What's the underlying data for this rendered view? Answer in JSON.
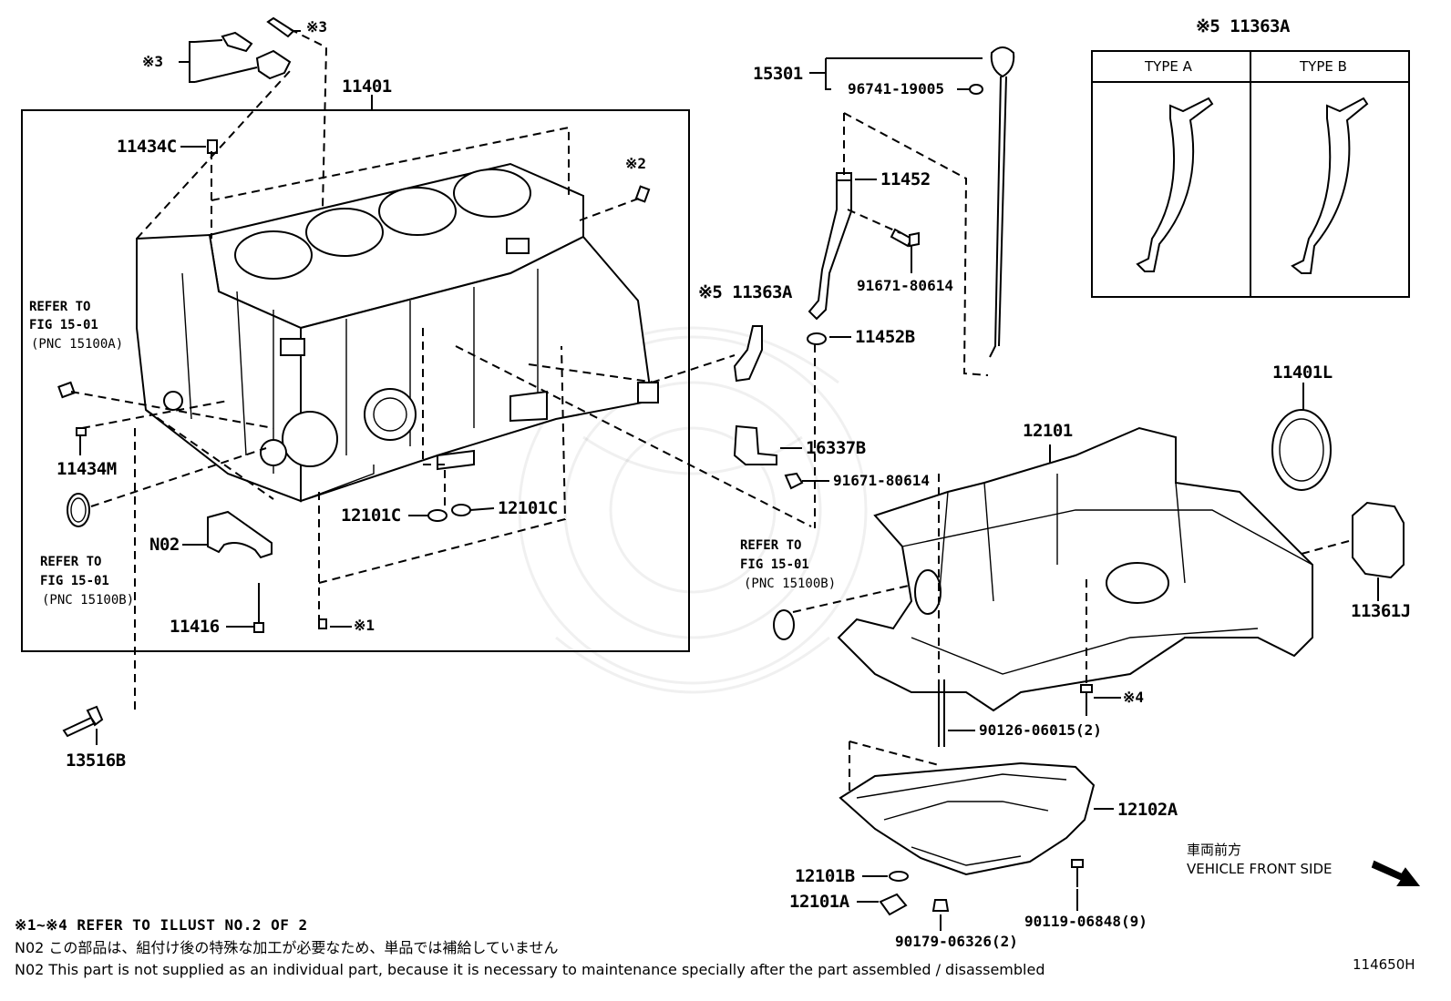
{
  "labels": {
    "l_11401": "11401",
    "l_11434c": "11434C",
    "l_note2_top": "※2",
    "l_note3_top": "※3",
    "l_note3_left": "※3",
    "l_refer1": "REFER TO",
    "l_fig1": "FIG 15-01",
    "l_pnc1": "(PNC 15100A)",
    "l_11434m": "11434M",
    "l_refer2": "REFER TO",
    "l_fig2": "FIG 15-01",
    "l_pnc2": "(PNC 15100B)",
    "l_n02": "N02",
    "l_11416": "11416",
    "l_note1": "※1",
    "l_12101c_a": "12101C",
    "l_12101c_b": "12101C",
    "l_13516b": "13516B",
    "l_15301": "15301",
    "l_96741": "96741-19005",
    "l_11452": "11452",
    "l_91671_a": "91671-80614",
    "l_11363a_mid": "※5 11363A",
    "l_11452b": "11452B",
    "l_16337b": "16337B",
    "l_91671_b": "91671-80614",
    "l_refer3": "REFER TO",
    "l_fig3": "FIG 15-01",
    "l_pnc3": "(PNC 15100B)",
    "l_11363a_box": "※5 11363A",
    "l_type_a": "TYPE A",
    "l_type_b": "TYPE B",
    "l_11401l": "11401L",
    "l_12101": "12101",
    "l_11361j": "11361J",
    "l_note4": "※4",
    "l_90126": "90126-06015(2)",
    "l_12102a": "12102A",
    "l_12101b": "12101B",
    "l_12101a": "12101A",
    "l_90179": "90179-06326(2)",
    "l_90119": "90119-06848(9)",
    "l_front_jp": "車両前方",
    "l_front_en": "VEHICLE FRONT SIDE"
  },
  "footer": {
    "note_refer": "※1~※4 REFER TO ILLUST NO.2 OF 2",
    "note_jp": "N02  この部品は、組付け後の特殊な加工が必要なため、単品では補給していません",
    "note_en": "N02  This part is not supplied as an individual part, because it is necessary to maintenance specially after the part assembled / disassembled",
    "illust_no": "114650H"
  }
}
